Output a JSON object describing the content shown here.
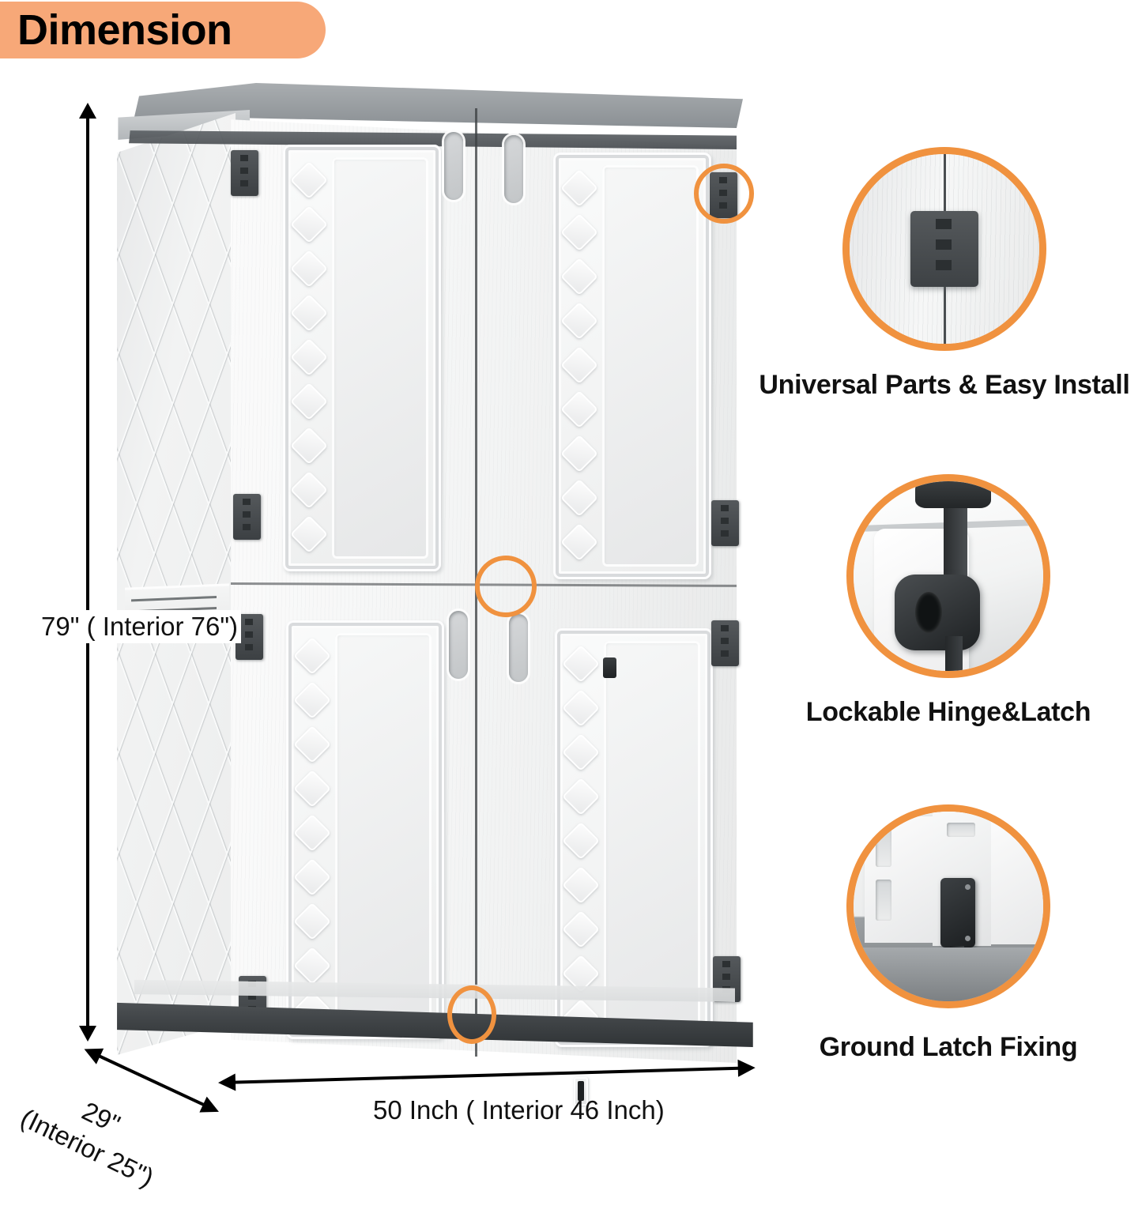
{
  "header": {
    "title": "Dimension",
    "badge_color": "#f7a878"
  },
  "accent_color": "#f0923f",
  "dimensions": {
    "height_label": "79\" ( Interior 76\")",
    "depth_label_line1": "29\"",
    "depth_label_line2": "(Interior 25\")",
    "width_label": "50 Inch ( Interior 46 Inch)"
  },
  "product": {
    "name": "vertical-storage-shed",
    "roof_color": "#8e9397",
    "body_color": "#f2f3f3",
    "base_color": "#3f4346",
    "hinge_color": "#3c4043"
  },
  "highlights": [
    {
      "name": "hinge-highlight",
      "target": "top-right-hinge"
    },
    {
      "name": "center-latch-highlight",
      "target": "middle-door-latch"
    },
    {
      "name": "ground-latch-highlight",
      "target": "bottom-ground-latch"
    }
  ],
  "features": [
    {
      "caption": "Universal Parts & Easy Install",
      "icon": "hinge-photo-icon"
    },
    {
      "caption": "Lockable Hinge&Latch",
      "icon": "latch-lock-photo-icon"
    },
    {
      "caption": "Ground Latch Fixing",
      "icon": "ground-anchor-photo-icon"
    }
  ]
}
